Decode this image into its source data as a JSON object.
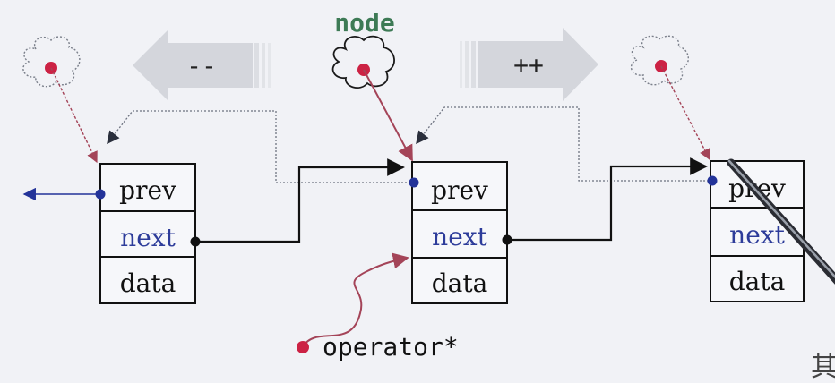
{
  "labels": {
    "node": "node",
    "decrement": "--",
    "increment": "++",
    "operator": "operator*",
    "corner_char": "其"
  },
  "nodes": [
    {
      "fields": [
        "prev",
        "next",
        "data"
      ]
    },
    {
      "fields": [
        "prev",
        "next",
        "data"
      ]
    },
    {
      "fields": [
        "prev",
        "next",
        "data"
      ]
    }
  ],
  "colors": {
    "background": "#f1f2f6",
    "ink": "#111111",
    "next_text": "#2d3c9a",
    "node_label": "#3d7a55",
    "iterator_dot": "#cc2244",
    "link_dot": "#233399",
    "pointer_arrow": "#a44458",
    "arrow_fill": "#d4d6dc"
  }
}
